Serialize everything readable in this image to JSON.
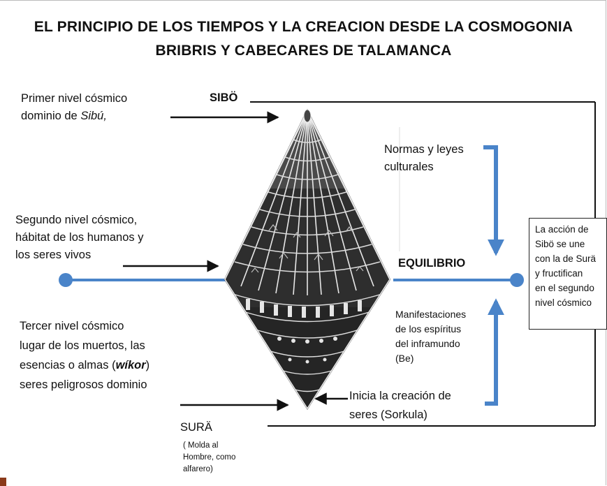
{
  "title": {
    "line1": "EL PRINCIPIO DE LOS TIEMPOS Y LA CREACION DESDE LA COSMOGONIA",
    "line2": "BRIBRIS Y CABECARES DE TALAMANCA"
  },
  "left": {
    "level1": {
      "line1": "Primer nivel cósmico",
      "line2_prefix": "dominio de ",
      "line2_italic": "Sibú,"
    },
    "level2": {
      "line1": "Segundo nivel cósmico,",
      "line2": "hábitat de los humanos y",
      "line3": "los seres vivos"
    },
    "level3": {
      "line1": "Tercer nivel cósmico",
      "line2": "lugar de los muertos, las",
      "line3_prefix": "esencias o almas (",
      "line3_italic": "wíkor",
      "line3_suffix": ")",
      "line4": "seres peligrosos  dominio"
    }
  },
  "top_deity": {
    "name": "SIBÖ"
  },
  "bottom_deity": {
    "name": "SURÄ",
    "desc_line1": "( Molda al",
    "desc_line2": "Hombre, como",
    "desc_line3": "alfarero)"
  },
  "right": {
    "norms": {
      "line1": "Normas y leyes",
      "line2": "culturales"
    },
    "balance": "EQUILIBRIO",
    "manifest": {
      "line1": "Manifestaciones",
      "line2": "de los espíritus",
      "line3": "del inframundo",
      "line4": "(Be)"
    },
    "creation": {
      "line1": "Inicia la creación de",
      "line2": "seres  (Sorkula)"
    }
  },
  "box": {
    "line1": "La acción de",
    "line2": "Sibö  se une",
    "line3": "con la de Surä",
    "line4": "y fructifican",
    "line5": "en el segundo",
    "line6": "nivel cósmico"
  },
  "colors": {
    "blue": "#4a84c9",
    "black": "#111111",
    "accent": "#8b3a1a"
  },
  "icons": [
    "cone-house-illustration"
  ]
}
